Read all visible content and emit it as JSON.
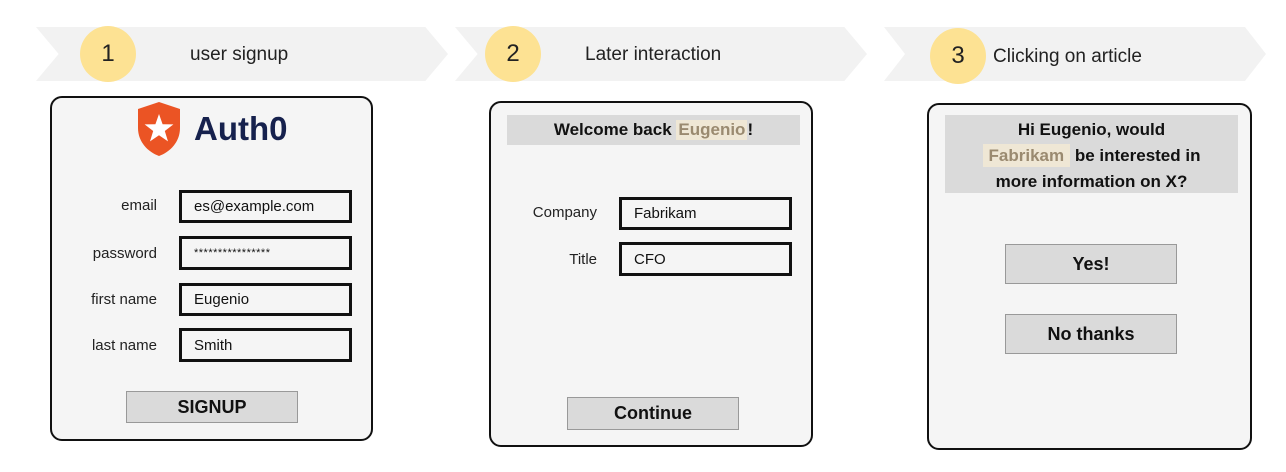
{
  "steps": [
    {
      "number": "1",
      "label": "user signup"
    },
    {
      "number": "2",
      "label": "Later interaction"
    },
    {
      "number": "3",
      "label": "Clicking on article"
    }
  ],
  "signup": {
    "logo_text": "Auth0",
    "fields": [
      {
        "label": "email",
        "value": "es@example.com"
      },
      {
        "label": "password",
        "value": "****************"
      },
      {
        "label": "first name",
        "value": "Eugenio"
      },
      {
        "label": "last name",
        "value": "Smith"
      }
    ],
    "button": "SIGNUP"
  },
  "later": {
    "welcome_prefix": "Welcome back ",
    "welcome_name": "Eugenio",
    "welcome_suffix": "!",
    "fields": [
      {
        "label": "Company",
        "value": "Fabrikam"
      },
      {
        "label": "Title",
        "value": "CFO"
      }
    ],
    "button": "Continue"
  },
  "article": {
    "line1": "Hi Eugenio, would",
    "company": "Fabrikam",
    "line2_suffix": " be interested in",
    "line3": "more information on X?",
    "yes_button": "Yes!",
    "no_button": "No thanks"
  },
  "colors": {
    "step_circle": "#fde293",
    "chevron": "#f2f2f2",
    "highlight_bg": "#efe7d5",
    "highlight_text": "#9a8a70",
    "auth0_orange": "#eb5424",
    "auth0_navy": "#16214d"
  }
}
